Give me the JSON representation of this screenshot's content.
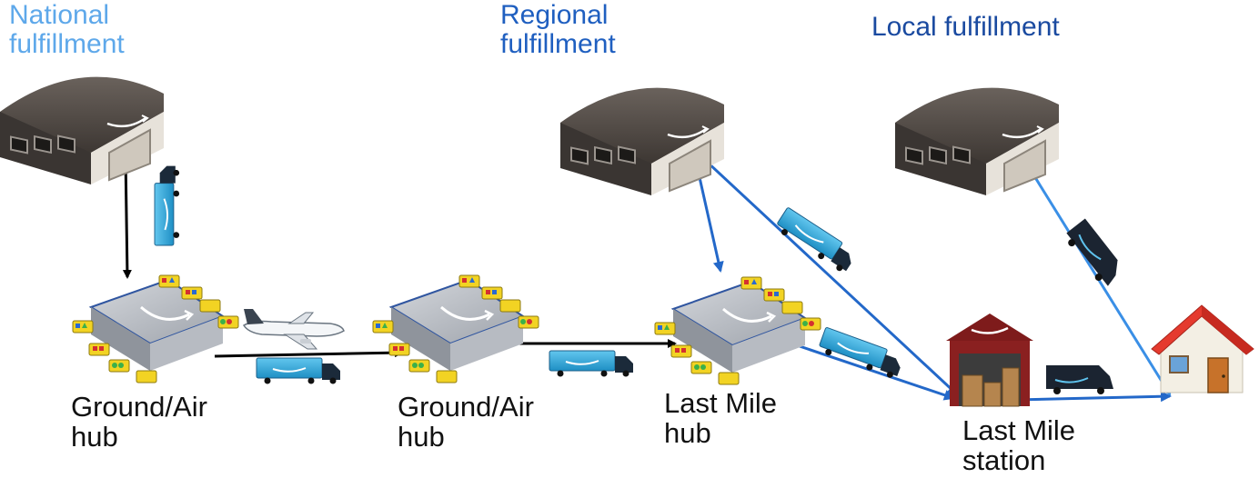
{
  "tiers": {
    "national": "National\nfulfillment",
    "regional": "Regional\nfulfillment",
    "local": "Local fulfillment"
  },
  "nodes": {
    "hub1": "Ground/Air\nhub",
    "hub2": "Ground/Air\nhub",
    "lastmile_hub": "Last Mile\nhub",
    "lastmile_station": "Last Mile\nstation"
  },
  "colors": {
    "national": "#5ea8ea",
    "regional": "#1f5fc0",
    "local": "#1a4aa0",
    "edge_black": "#000000",
    "edge_blue": "#2368c9",
    "edge_light_blue": "#3a8fe6",
    "warehouse_roof": "#4a4440",
    "hub_roof": "#b8bcc4",
    "truck_body": "#3bb0e0",
    "station_red": "#8a1c1c",
    "house_roof": "#e53a2e"
  },
  "icons": {
    "warehouse": "warehouse-icon",
    "hub": "hub-building-icon",
    "trailer": "trailer-truck-icon",
    "plane": "airplane-icon",
    "van": "delivery-van-icon",
    "station": "station-building-icon",
    "house": "house-icon"
  }
}
